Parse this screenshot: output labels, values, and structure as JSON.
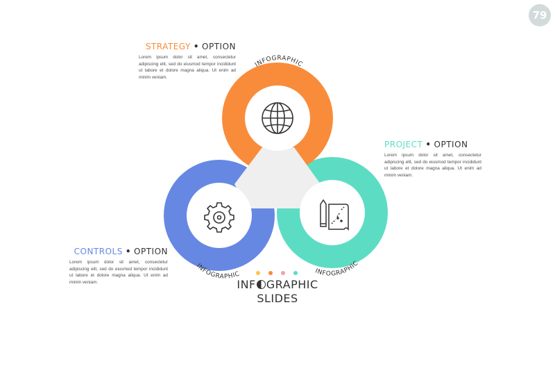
{
  "badge": "79",
  "colors": {
    "strategy": "#f98c3a",
    "project": "#5ddcc4",
    "controls": "#6688e3",
    "triangle": "#efefef"
  },
  "blocks": {
    "strategy": {
      "title": "STRATEGY",
      "option": "OPTION",
      "body": "Lorem ipsum dolor sit amet, consectetur adipiscing elit, sed do eiusmod tempor incididunt ut labore et dolore magna aliqua. Ut enim ad minim veniam."
    },
    "project": {
      "title": "PROJECT",
      "option": "OPTION",
      "body": "Lorem ipsum dolor sit amet, consectetur adipiscing elit, sed do eiusmod tempor incididunt ut labore et dolore magna aliqua. Ut enim ad minim veniam."
    },
    "controls": {
      "title": "CONTROLS",
      "option": "OPTION",
      "body": "Lorem ipsum dolor sit amet, consectetur adipiscing elit, sed do eiusmod tempor incididunt ut labore et dolore magna aliqua. Ut enim ad minim veniam."
    }
  },
  "rings": {
    "strategy": {
      "label": "INFOGRAPHIC",
      "icon": "globe-icon"
    },
    "controls": {
      "label": "INFOGRAPHIC",
      "icon": "gear-icon"
    },
    "project": {
      "label": "INFOGRAPHIC",
      "icon": "blueprint-icon"
    }
  },
  "footer": {
    "line1_a": "INF",
    "line1_b": "GRAPHIC",
    "line2": "SLIDES",
    "dot_colors": [
      "#f7c846",
      "#f98c3a",
      "#f0a3a3",
      "#5ddcc4"
    ]
  }
}
